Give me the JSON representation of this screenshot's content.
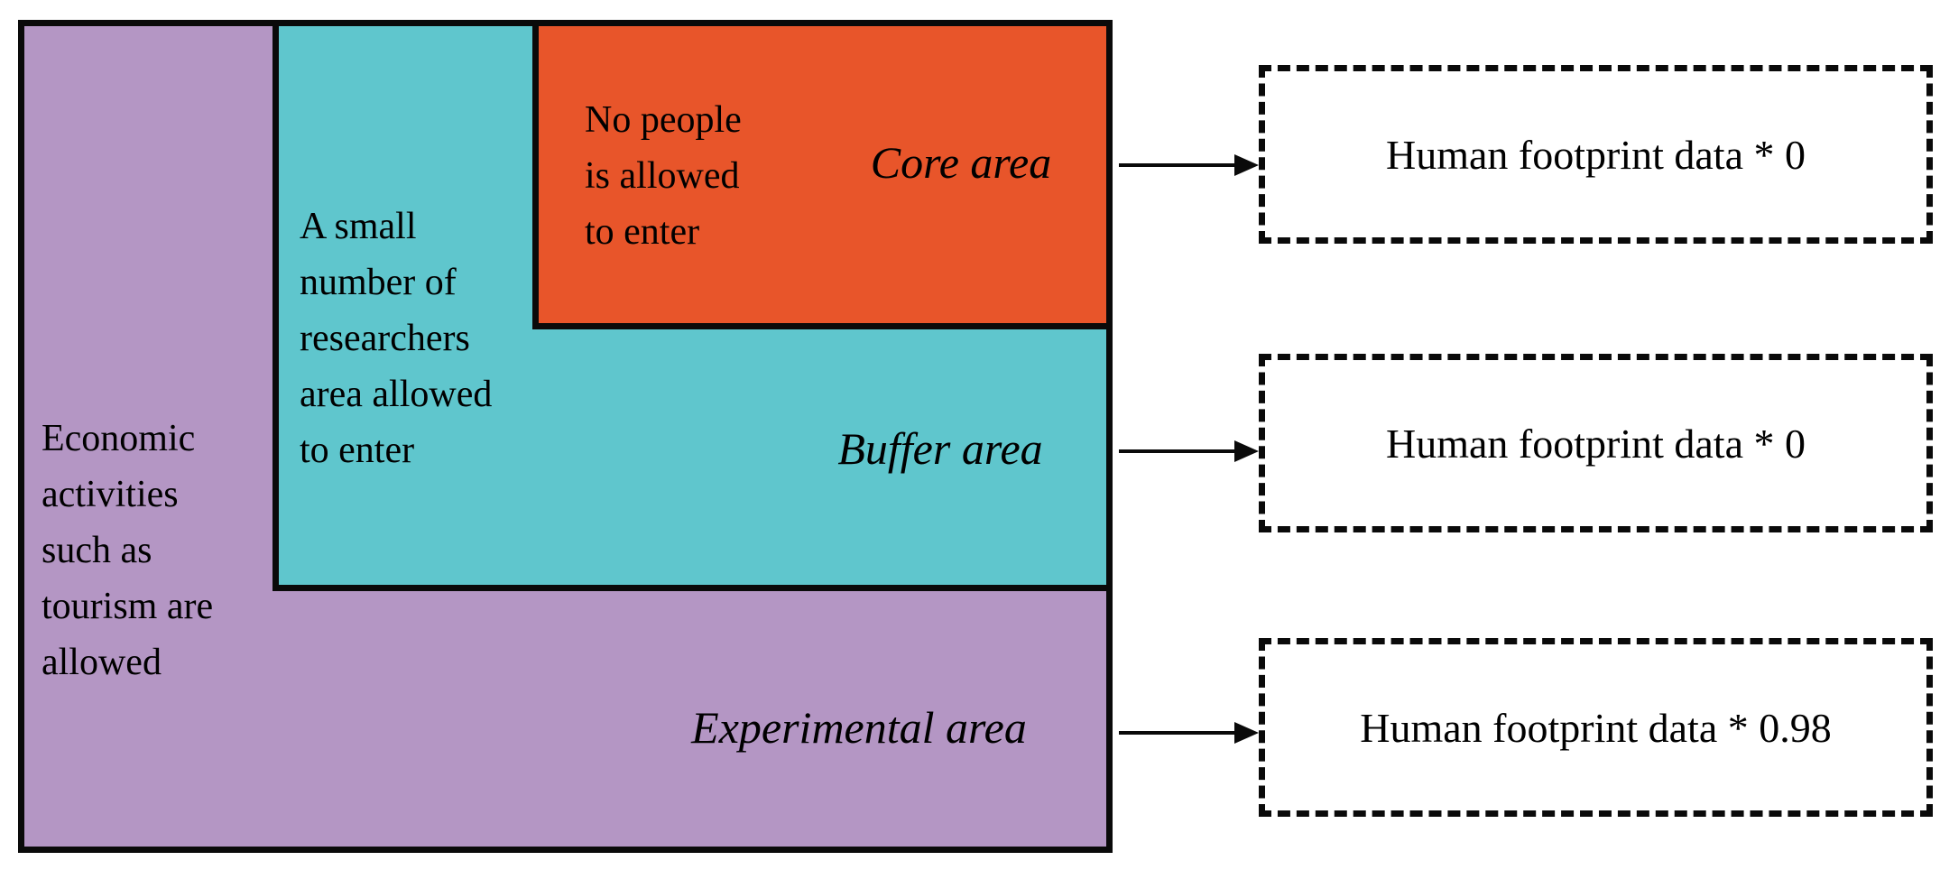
{
  "figure": {
    "background_color": "#ffffff",
    "line_color": "#0a0a0a",
    "zones": [
      {
        "name": "Core area",
        "description_lines": [
          "No people",
          "is allowed",
          "to enter"
        ],
        "color": "#E8552A",
        "footprint_rule": "Human footprint data * 0"
      },
      {
        "name": "Buffer area",
        "description_lines": [
          "A small",
          "number of",
          "researchers",
          "area allowed",
          "to enter"
        ],
        "color": "#5FC6CD",
        "footprint_rule": "Human footprint data * 0"
      },
      {
        "name": "Experimental area",
        "description_lines": [
          "Economic",
          "activities",
          "such as",
          "tourism are",
          "allowed"
        ],
        "color": "#B496C4",
        "footprint_rule": "Human footprint data * 0.98"
      }
    ]
  }
}
